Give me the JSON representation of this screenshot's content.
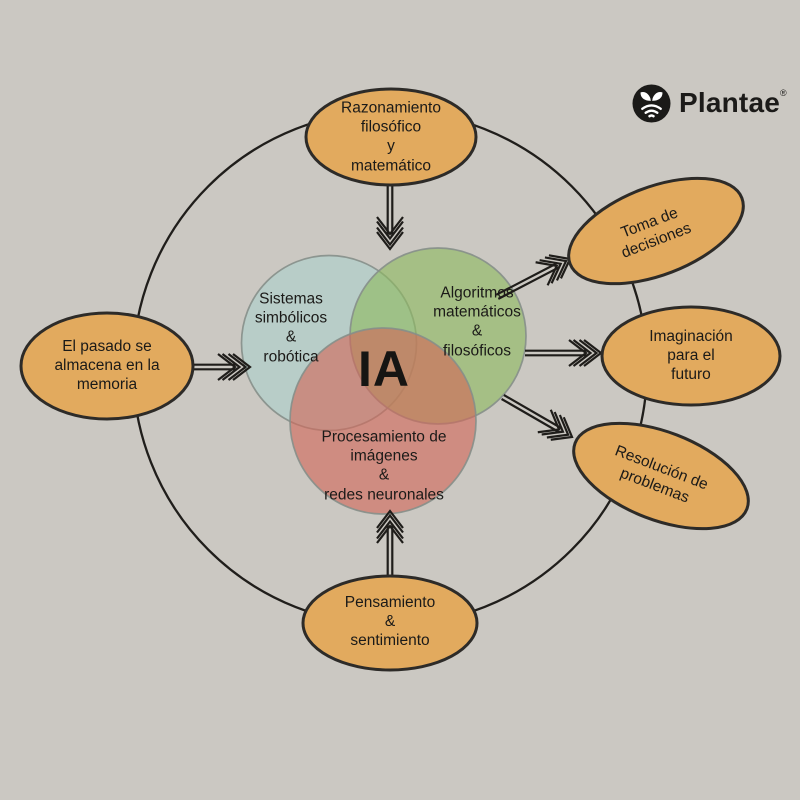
{
  "brand": {
    "name": "Plantae",
    "registered": "®",
    "icon": "plantae-sprout-signal-icon"
  },
  "diagram": {
    "center_label": "IA",
    "venn": [
      {
        "id": "sistemas",
        "label": "Sistemas\nsimbólicos\n&\nrobótica",
        "color": "#acd1cc"
      },
      {
        "id": "algoritmos",
        "label": "Algoritmos\nmatemáticos\n&\nfilosóficos",
        "color": "#8eb960"
      },
      {
        "id": "imagenes",
        "label": "Procesamiento de\nimágenes\n&\nredes neuronales",
        "color": "#d26859"
      }
    ],
    "inputs": [
      {
        "id": "razonamiento",
        "label": "Razonamiento\nfilosófico\ny\nmatemático",
        "position": "top"
      },
      {
        "id": "pasado",
        "label": "El pasado se\nalmacena en la\nmemoria",
        "position": "left"
      },
      {
        "id": "pensamiento",
        "label": "Pensamiento\n&\nsentimiento",
        "position": "bottom"
      }
    ],
    "outputs": [
      {
        "id": "toma",
        "label": "Toma de\ndecisiones",
        "position": "top-right"
      },
      {
        "id": "imaginacion",
        "label": "Imaginación\npara el\nfuturo",
        "position": "right"
      },
      {
        "id": "resolucion",
        "label": "Resolución de\nproblemas",
        "position": "bottom-right"
      }
    ],
    "connections": [
      {
        "from": "razonamiento",
        "to": "ia"
      },
      {
        "from": "pasado",
        "to": "ia"
      },
      {
        "from": "pensamiento",
        "to": "ia"
      },
      {
        "from": "ia",
        "to": "toma"
      },
      {
        "from": "ia",
        "to": "imaginacion"
      },
      {
        "from": "ia",
        "to": "resolucion"
      }
    ],
    "colors": {
      "background": "#cbc8c2",
      "node_fill": "#e2aa5e",
      "node_stroke": "#2d2b28",
      "line": "#201e1b"
    }
  }
}
